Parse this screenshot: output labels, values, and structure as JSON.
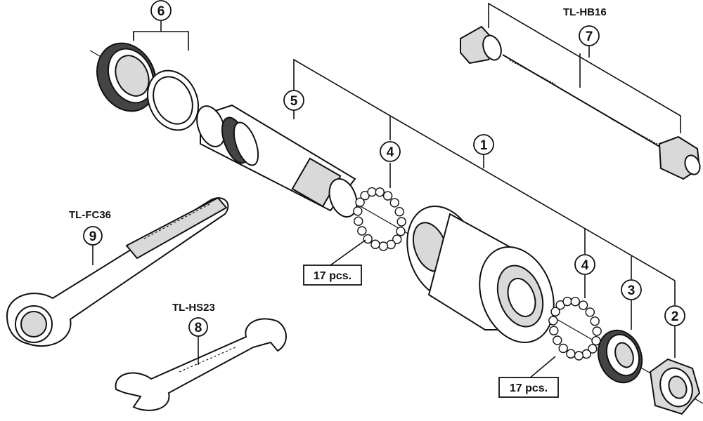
{
  "callouts": {
    "c1": "1",
    "c2": "2",
    "c3": "3",
    "c4a": "4",
    "c4b": "4",
    "c5": "5",
    "c6": "6",
    "c7": "7",
    "c8": "8",
    "c9": "9"
  },
  "tools": {
    "hb16": "TL-HB16",
    "fc36": "TL-FC36",
    "hs23": "TL-HS23"
  },
  "balls": {
    "left_count": "17 pcs.",
    "right_count": "17 pcs."
  }
}
